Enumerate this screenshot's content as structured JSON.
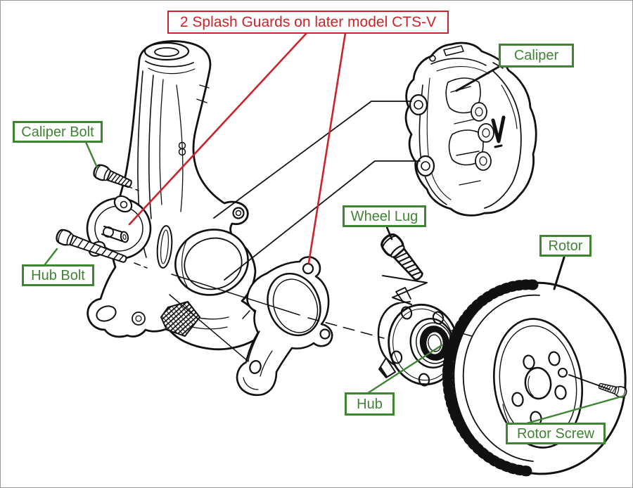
{
  "note": {
    "text": "2 Splash Guards on later model CTS-V"
  },
  "labels": {
    "caliper": "Caliper",
    "caliper_bolt": "Caliper Bolt",
    "hub_bolt": "Hub Bolt",
    "wheel_lug": "Wheel Lug",
    "rotor": "Rotor",
    "hub": "Hub",
    "rotor_screw": "Rotor Screw"
  },
  "colors": {
    "label_green": "#3f8433",
    "note_red": "#cc2229",
    "line_black": "#111111",
    "background": "#ffffff"
  }
}
